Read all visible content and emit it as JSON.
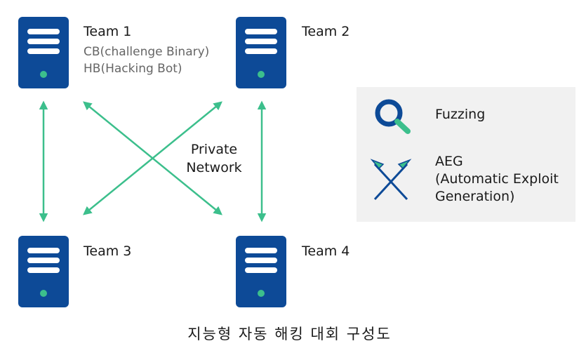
{
  "teams": [
    {
      "name": "Team 1",
      "details": [
        "CB(challenge Binary)",
        "HB(Hacking Bot)"
      ]
    },
    {
      "name": "Team 2"
    },
    {
      "name": "Team 3"
    },
    {
      "name": "Team 4"
    }
  ],
  "network": {
    "line1": "Private",
    "line2": "Network"
  },
  "legend": {
    "fuzzing": "Fuzzing",
    "aeg_lines": [
      "AEG",
      "(Automatic Exploit",
      "Generation)"
    ]
  },
  "caption": "지능형 자동 해킹 대회 구성도",
  "colors": {
    "server": "#0d4a97",
    "accent": "#3cbf8c",
    "legend_bg": "#f1f1f1"
  }
}
